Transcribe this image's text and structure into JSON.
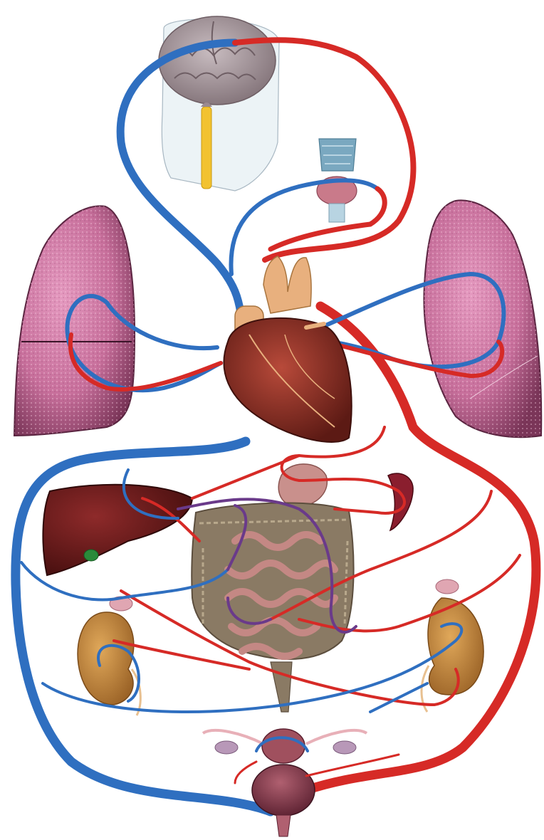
{
  "diagram": {
    "kind": "circulatory system illustration",
    "labels": [],
    "colors": {
      "background": "#ffffff",
      "vein": "#2f6fc0",
      "artery": "#d62a26",
      "portal_vessel": "#6a3a8a",
      "lung": "#c8709c",
      "lung_dark": "#7a3558",
      "heart": "#8e2a22",
      "heart_vessels": "#e8b07e",
      "liver": "#6b1818",
      "gallbladder": "#2a8a3a",
      "kidney": "#c88a3a",
      "adrenal": "#e0a6b2",
      "intestine": "#c48884",
      "colon": "#8a7a64",
      "stomach": "#c9908c",
      "spleen": "#8a1e2e",
      "brain": "#a89a9e",
      "spinal_cord": "#f2c230",
      "thyroid": "#c97a8a",
      "larynx": "#7aa8c0",
      "bladder": "#8c4050",
      "uterus": "#a0505e",
      "ovary": "#b898b8"
    },
    "organs": [
      "brain",
      "spinal-cord",
      "larynx",
      "thyroid",
      "left-lung",
      "right-lung",
      "heart",
      "liver",
      "gallbladder",
      "stomach",
      "spleen",
      "small-intestine",
      "large-intestine",
      "left-kidney",
      "right-kidney",
      "uterus",
      "ovaries",
      "bladder"
    ]
  }
}
